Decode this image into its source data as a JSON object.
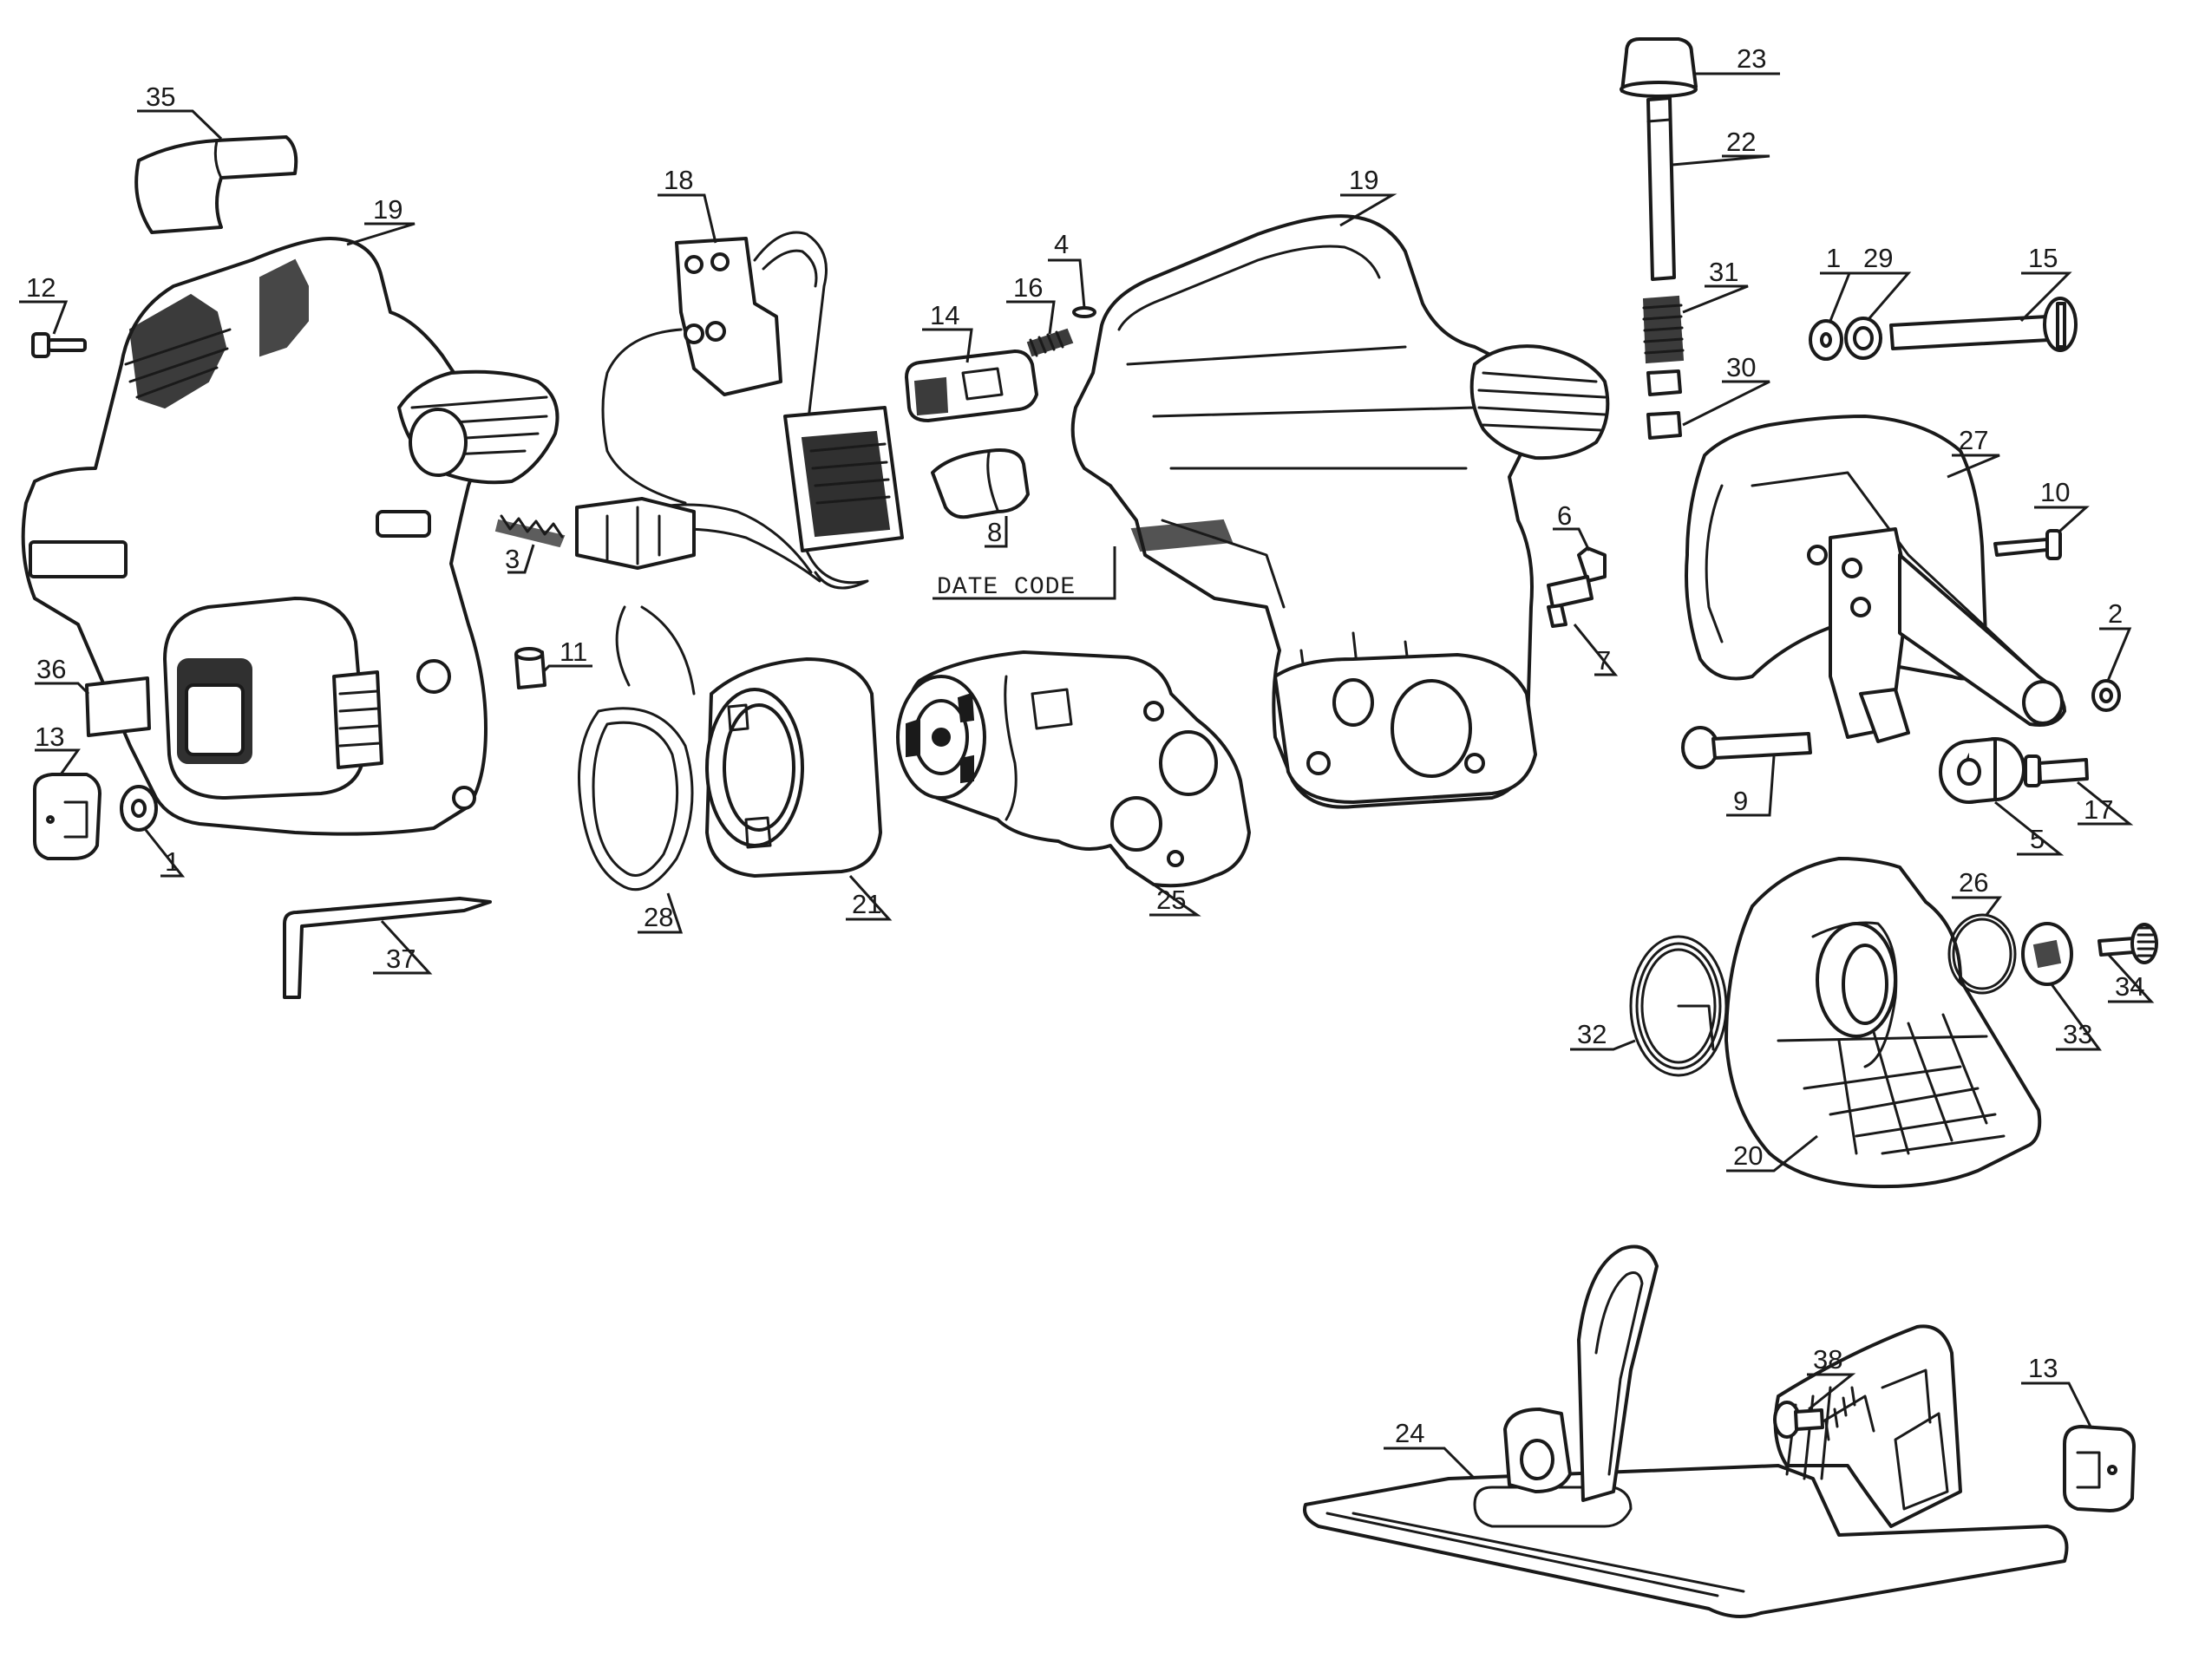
{
  "callouts": {
    "c1a": "1",
    "c1b": "1",
    "c2": "2",
    "c3": "3",
    "c4": "4",
    "c5": "5",
    "c6": "6",
    "c7": "7",
    "c8": "8",
    "c9": "9",
    "c10": "10",
    "c11": "11",
    "c12": "12",
    "c13a": "13",
    "c13b": "13",
    "c14": "14",
    "c15": "15",
    "c16": "16",
    "c17": "17",
    "c18": "18",
    "c19a": "19",
    "c19b": "19",
    "c20": "20",
    "c21": "21",
    "c22": "22",
    "c23": "23",
    "c24": "24",
    "c25": "25",
    "c26": "26",
    "c27": "27",
    "c28": "28",
    "c29": "29",
    "c30": "30",
    "c31": "31",
    "c32": "32",
    "c33": "33",
    "c34": "34",
    "c35": "35",
    "c36": "36",
    "c37": "37",
    "c38": "38"
  },
  "date_code_label": "DATE CODE",
  "colors": {
    "line": "#1a1a1a",
    "background": "#ffffff"
  }
}
